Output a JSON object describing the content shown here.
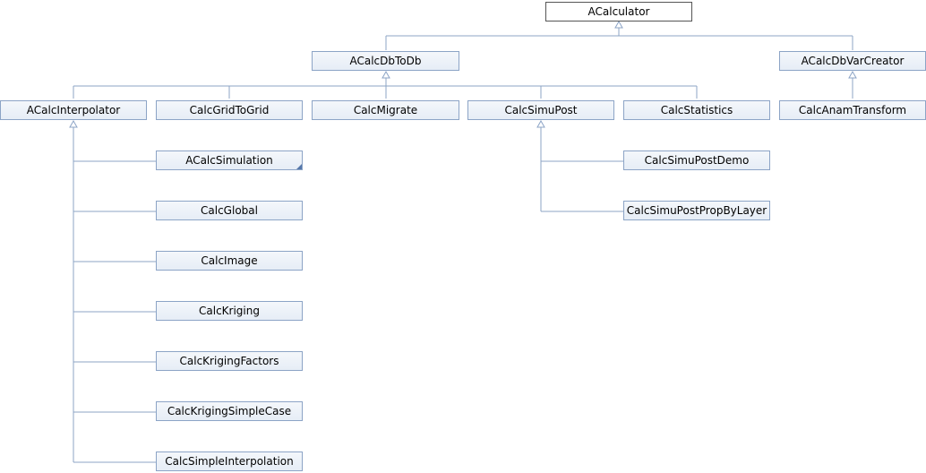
{
  "nodes": {
    "acalculator": "ACalculator",
    "acalcdbtodb": "ACalcDbToDb",
    "acalcdbvarcreator": "ACalcDbVarCreator",
    "acalcinterpolator": "ACalcInterpolator",
    "calcgridtogrid": "CalcGridToGrid",
    "calcmigrate": "CalcMigrate",
    "calcsimupost": "CalcSimuPost",
    "calcstatistics": "CalcStatistics",
    "calcanamtransform": "CalcAnamTransform",
    "acalcsimulation": "ACalcSimulation",
    "calcglobal": "CalcGlobal",
    "calcimage": "CalcImage",
    "calckriging": "CalcKriging",
    "calckrigingfactors": "CalcKrigingFactors",
    "calckrigingsimplecase": "CalcKrigingSimpleCase",
    "calcsimpleinterpolation": "CalcSimpleInterpolation",
    "calcsimupostdemo": "CalcSimuPostDemo",
    "calcsimupostpropbylayer": "CalcSimuPostPropByLayer"
  },
  "colors": {
    "edge": "#8ca4c6",
    "node_border": "#8ca4c6",
    "root_border": "#555555"
  }
}
